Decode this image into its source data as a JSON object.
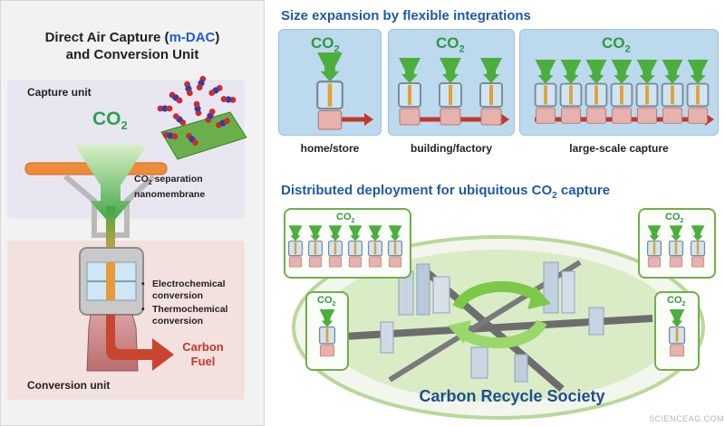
{
  "left_panel": {
    "title_line1_prefix": "Direct Air Capture (",
    "title_highlight": "m-DAC",
    "title_line1_suffix": ")",
    "title_line2": "and Conversion Unit",
    "capture_label": "Capture unit",
    "co2_base": "CO",
    "co2_sub": "2",
    "membrane_line1_base": "CO",
    "membrane_line1_sub": "2",
    "membrane_line1_rest": " separation",
    "membrane_line2": "nanomembrane",
    "bullets": [
      [
        "Electrochemical",
        "conversion"
      ],
      [
        "Thermochemical",
        "conversion"
      ]
    ],
    "carbon_fuel_line1": "Carbon",
    "carbon_fuel_line2": "Fuel",
    "conversion_label": "Conversion unit"
  },
  "top_right": {
    "title": "Size expansion by flexible integrations",
    "co2_base": "CO",
    "co2_sub": "2",
    "panels": [
      {
        "label": "home/store",
        "units": 1
      },
      {
        "label": "building/factory",
        "units": 3
      },
      {
        "label": "large-scale capture",
        "units": 7
      }
    ]
  },
  "bottom_right": {
    "title_base": "Distributed deployment for ubiquitous CO",
    "title_sub": "2",
    "title_rest": " capture",
    "co2_base": "CO",
    "co2_sub": "2",
    "society_label": "Carbon Recycle Society"
  },
  "watermark": "SCIENCEAG.COM",
  "colors": {
    "title_blue": "#1f5aa8",
    "highlight_blue": "#1e5bd0",
    "co2_green": "#2fa24a",
    "fuel_red": "#c0392b",
    "capture_bg": "#e9e8f2",
    "conversion_bg": "#f4e2e0",
    "panel_border": "#6fb04a"
  }
}
